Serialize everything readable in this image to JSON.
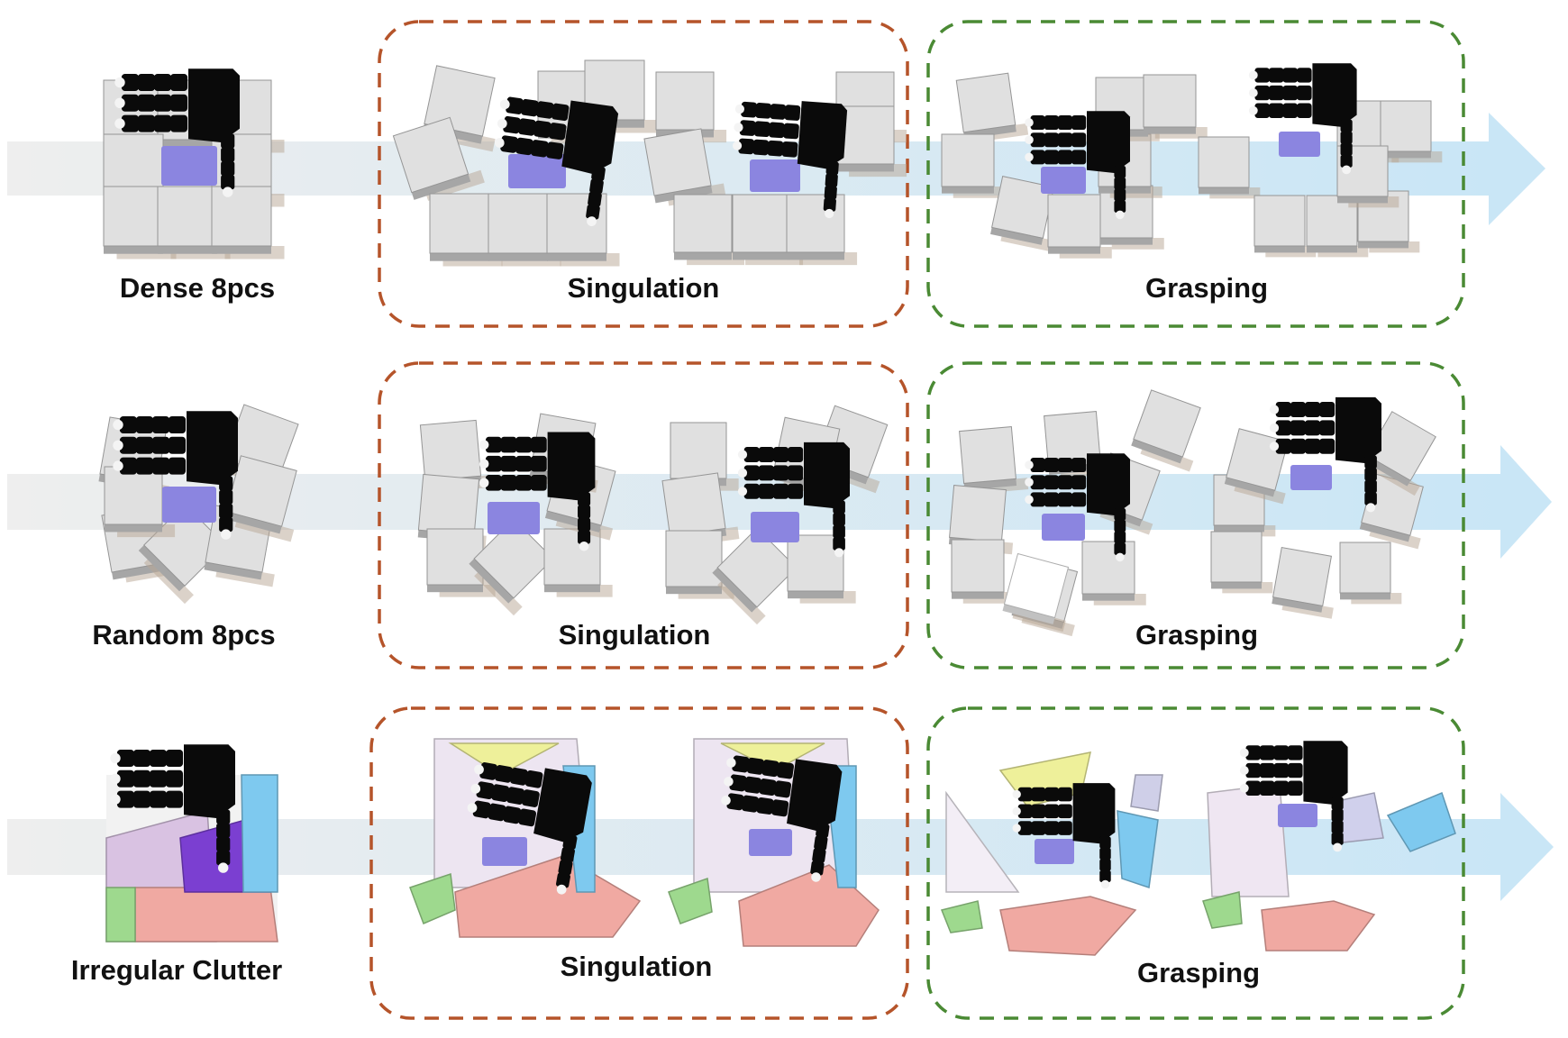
{
  "colors": {
    "singulation_border": "#b5542a",
    "grasping_border": "#4a8a34",
    "arrow_start": "#eeeeee",
    "arrow_end": "#c9e6f6",
    "cube": "#d5d5d5",
    "cube_top": "#e8e8e8",
    "target": "#8b85e0",
    "hand": "#0a0a0a",
    "pastel_pink": "#f0a9a2",
    "pastel_green": "#9ed98e",
    "pastel_yellow": "#eef09a",
    "pastel_blue": "#7ec9ef",
    "pastel_lilac": "#d9c2e2"
  },
  "rows": [
    {
      "id": "dense",
      "scene_label": "Dense 8pcs",
      "singulation_label": "Singulation",
      "grasping_label": "Grasping"
    },
    {
      "id": "random",
      "scene_label": "Random 8pcs",
      "singulation_label": "Singulation",
      "grasping_label": "Grasping"
    },
    {
      "id": "irregular",
      "scene_label": "Irregular Clutter",
      "singulation_label": "Singulation",
      "grasping_label": "Grasping"
    }
  ],
  "icons": [
    "robot-hand-icon",
    "cube-icon",
    "target-object-icon",
    "progress-arrow-icon"
  ]
}
